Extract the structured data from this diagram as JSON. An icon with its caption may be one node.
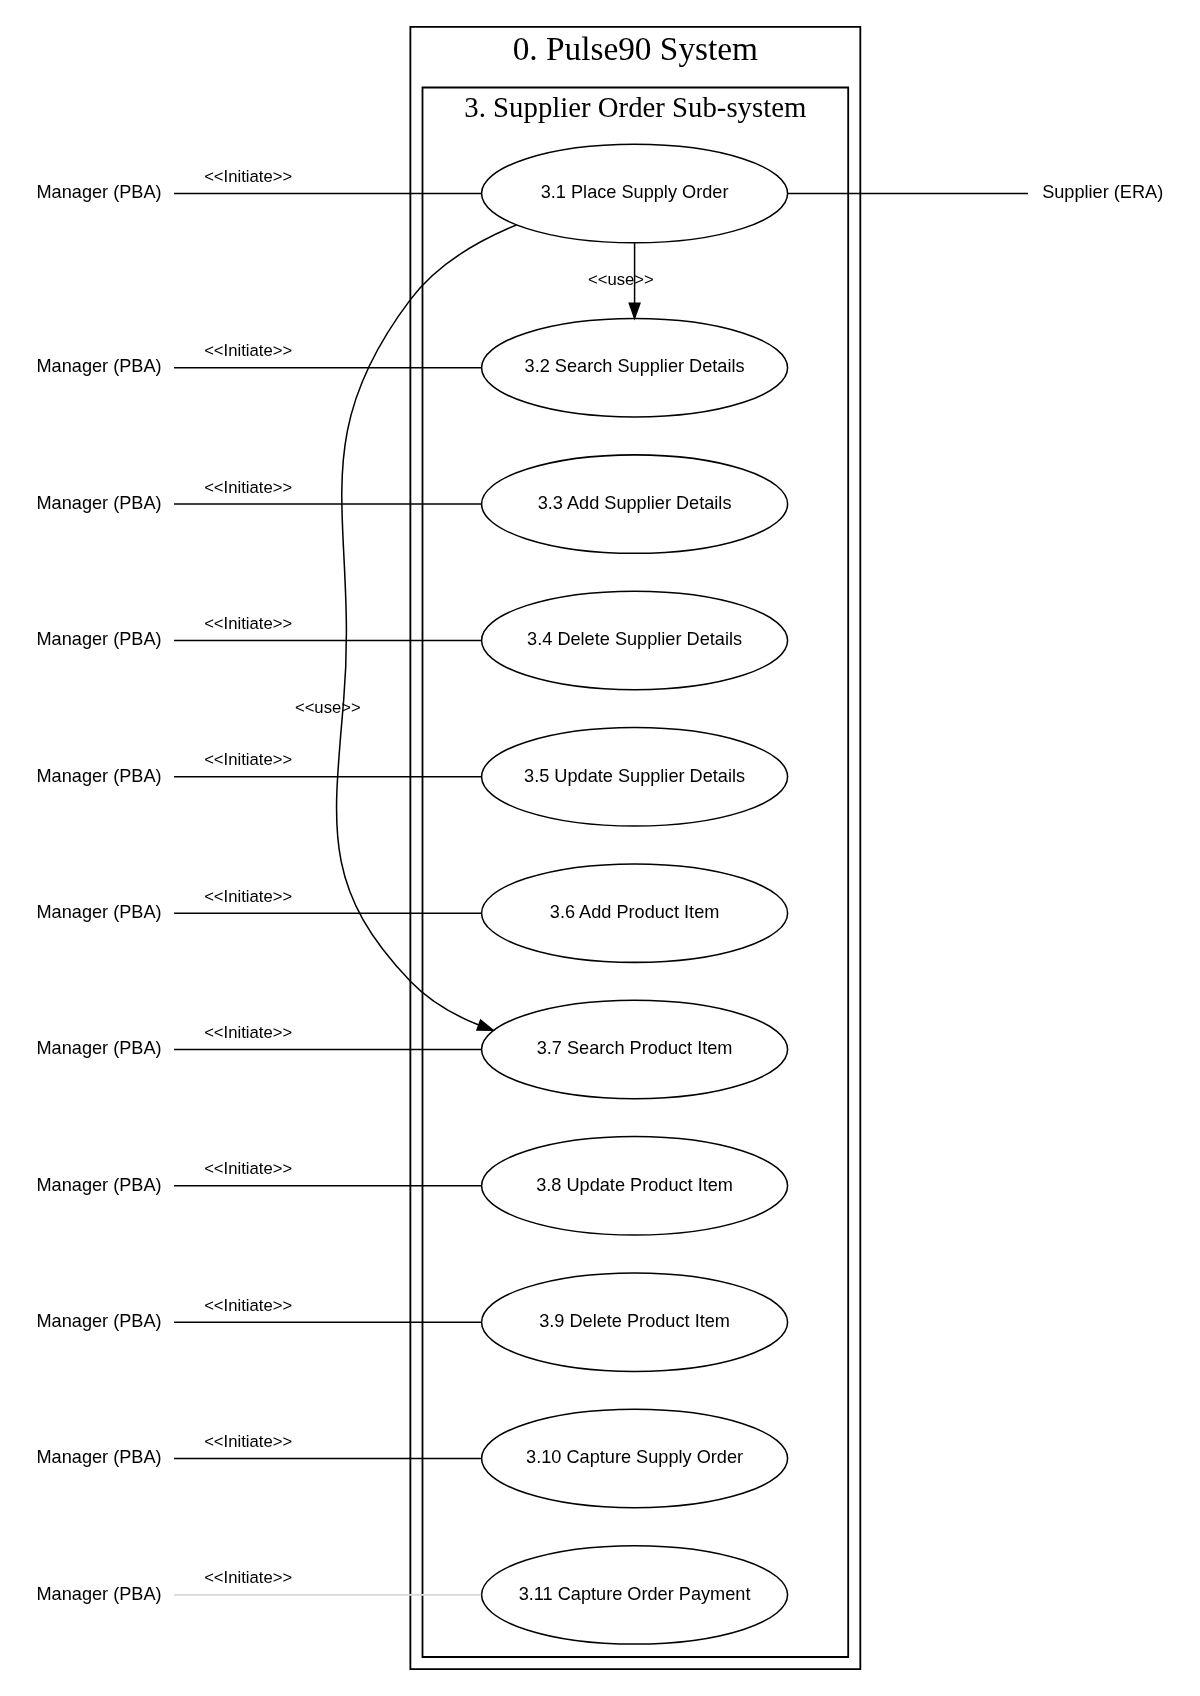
{
  "diagram": {
    "nodes": [
      {
        "text": [
          "0. Pulse90 System"
        ]
      },
      {
        "text": [
          "3. Supplier Order Sub-system"
        ],
        "in": 0
      },
      {
        "text": [
          "3.1 Place Supply Order"
        ],
        "in": 1
      },
      {
        "text": [
          "3.2 Search Supplier Details"
        ],
        "in": 1
      },
      {
        "text": [
          "3.3 Add Supplier Details"
        ],
        "in": 1
      },
      {
        "text": [
          "3.4 Delete Supplier Details"
        ],
        "in": 1
      },
      {
        "text": [
          "3.5 Update Supplier Details"
        ],
        "in": 1
      },
      {
        "text": [
          "3.6 Add Product Item"
        ],
        "in": 1
      },
      {
        "text": [
          "3.7 Search Product Item"
        ],
        "in": 1
      },
      {
        "text": [
          "3.8 Update Product Item"
        ],
        "in": 1
      },
      {
        "text": [
          "3.9 Delete Product Item"
        ],
        "in": 1
      },
      {
        "text": [
          "3.10 Capture Supply Order"
        ],
        "in": 1
      },
      {
        "text": [
          "3.11 Capture Order Payment"
        ],
        "in": 1
      },
      {
        "text": [
          "Manager (PBA)"
        ]
      },
      {
        "text": [
          "Manager (PBA)"
        ]
      },
      {
        "text": [
          "Manager (PBA)"
        ]
      },
      {
        "text": [
          "Manager (PBA)"
        ]
      },
      {
        "text": [
          "Manager (PBA)"
        ]
      },
      {
        "text": [
          "Manager (PBA)"
        ]
      },
      {
        "text": [
          "Manager (PBA)"
        ]
      },
      {
        "text": [
          "Manager (PBA)"
        ]
      },
      {
        "text": [
          "Manager (PBA)"
        ]
      },
      {
        "text": [
          "Manager (PBA)"
        ]
      },
      {
        "text": [
          "Manager (PBA)"
        ]
      },
      {
        "text": [
          "Supplier (ERA)"
        ]
      }
    ],
    "edges": [
      {
        "from": 13,
        "to": 2,
        "arrow": "none",
        "label": "<<Initiate>>"
      },
      {
        "from": 14,
        "to": 3,
        "arrow": "none",
        "label": "<<Initiate>>"
      },
      {
        "from": 15,
        "to": 4,
        "arrow": "none",
        "label": "<<Initiate>>"
      },
      {
        "from": 16,
        "to": 5,
        "arrow": "none",
        "label": "<<Initiate>>"
      },
      {
        "from": 17,
        "to": 6,
        "arrow": "none",
        "label": "<<Initiate>>"
      },
      {
        "from": 18,
        "to": 7,
        "arrow": "none",
        "label": "<<Initiate>>"
      },
      {
        "from": 19,
        "to": 8,
        "arrow": "none",
        "label": "<<Initiate>>"
      },
      {
        "from": 20,
        "to": 9,
        "arrow": "none",
        "label": "<<Initiate>>"
      },
      {
        "from": 21,
        "to": 10,
        "arrow": "none",
        "label": "<<Initiate>>"
      },
      {
        "from": 22,
        "to": 11,
        "arrow": "none",
        "label": "<<Initiate>>"
      },
      {
        "from": 23,
        "to": 12,
        "arrow": "none",
        "label": "<<Initiate>>",
        "color": "#d9d9d9"
      },
      {
        "from": 2,
        "to": 24,
        "arrow": "none"
      },
      {
        "from": 2,
        "to": 3,
        "arrow": "to",
        "label": "<<use>>"
      },
      {
        "from": 2,
        "to": 8,
        "arrow": "to",
        "label": "<<use>>"
      }
    ]
  }
}
